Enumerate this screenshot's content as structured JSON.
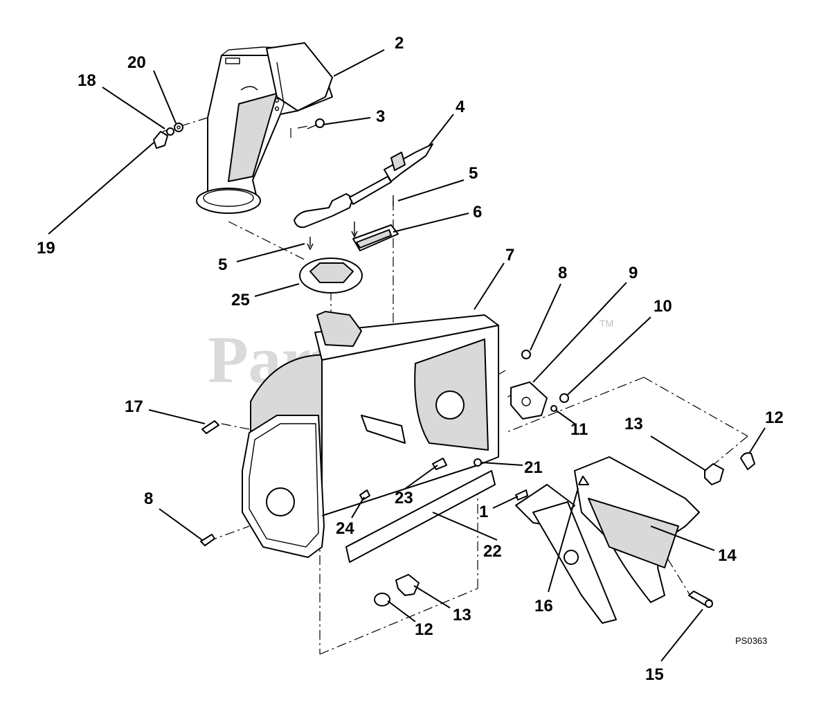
{
  "watermark": {
    "text": "PartsTree",
    "trademark": "TM"
  },
  "drawing_code": "PS0363",
  "callouts": [
    {
      "id": "2",
      "label": "2"
    },
    {
      "id": "3",
      "label": "3"
    },
    {
      "id": "4",
      "label": "4"
    },
    {
      "id": "5a",
      "label": "5"
    },
    {
      "id": "6",
      "label": "6"
    },
    {
      "id": "5b",
      "label": "5"
    },
    {
      "id": "25",
      "label": "25"
    },
    {
      "id": "7",
      "label": "7"
    },
    {
      "id": "8a",
      "label": "8"
    },
    {
      "id": "9",
      "label": "9"
    },
    {
      "id": "10",
      "label": "10"
    },
    {
      "id": "11",
      "label": "11"
    },
    {
      "id": "12a",
      "label": "12"
    },
    {
      "id": "13a",
      "label": "13"
    },
    {
      "id": "14",
      "label": "14"
    },
    {
      "id": "15",
      "label": "15"
    },
    {
      "id": "16",
      "label": "16"
    },
    {
      "id": "17",
      "label": "17"
    },
    {
      "id": "18",
      "label": "18"
    },
    {
      "id": "19",
      "label": "19"
    },
    {
      "id": "20",
      "label": "20"
    },
    {
      "id": "21",
      "label": "21"
    },
    {
      "id": "22",
      "label": "22"
    },
    {
      "id": "23",
      "label": "23"
    },
    {
      "id": "24",
      "label": "24"
    },
    {
      "id": "1",
      "label": "1"
    },
    {
      "id": "8b",
      "label": "8"
    },
    {
      "id": "12b",
      "label": "12"
    },
    {
      "id": "13b",
      "label": "13"
    }
  ]
}
